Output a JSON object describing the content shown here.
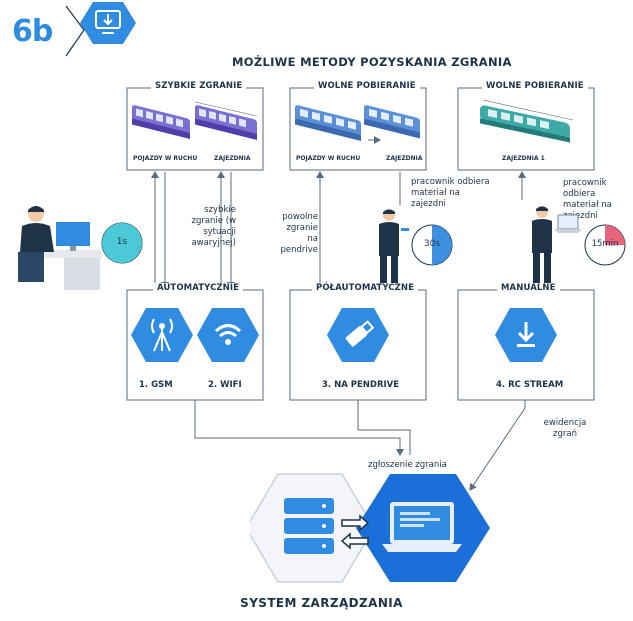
{
  "badge": {
    "number": "6b",
    "icon": "monitor-download-icon"
  },
  "title": "MOŻLIWE METODY POZYSKANIA ZGRANIA",
  "top_sections": [
    {
      "title": "SZYBKIE ZGRANIE",
      "captions": [
        "POJAZDY W RUCHU",
        "ZAJEZDNIA"
      ]
    },
    {
      "title": "WOLNE POBIERANIE",
      "captions": [
        "POJAZDY W RUCHU",
        "ZAJEZDNIA"
      ]
    },
    {
      "title": "WOLNE POBIERANIE",
      "captions": [
        "ZAJEZDNIA 1"
      ]
    }
  ],
  "notes": {
    "fast": "szybkie zgranie (w sytuacji awaryjnej)",
    "slow": "powolne zgranie na pendrive",
    "worker1": "pracownik odbiera materiał na zajezdni",
    "worker2": "pracownik odbiera materiał na zajezdni",
    "evidence": "ewidencja zgrań",
    "report": "zgłoszenie zgrania"
  },
  "timers": [
    {
      "label": "1s",
      "fraction": 1.0,
      "color": "#4cc9d6"
    },
    {
      "label": "30s",
      "fraction": 0.5,
      "color": "#3d8fe0"
    },
    {
      "label": "15min",
      "fraction": 0.25,
      "color": "#e8637c"
    }
  ],
  "bottom_sections": [
    {
      "title": "AUTOMATYCZNIE",
      "items": [
        "1. GSM",
        "2. WIFI"
      ]
    },
    {
      "title": "PÓŁAUTOMATYCZNE",
      "items": [
        "3. NA PENDRIVE"
      ]
    },
    {
      "title": "MANUALNE",
      "items": [
        "4. RC STREAM"
      ]
    }
  ],
  "system_title": "SYSTEM ZARZĄDZANIA",
  "colors": {
    "accent": "#2f8ce0",
    "dark": "#1e3348",
    "line": "#5a6b7d"
  }
}
